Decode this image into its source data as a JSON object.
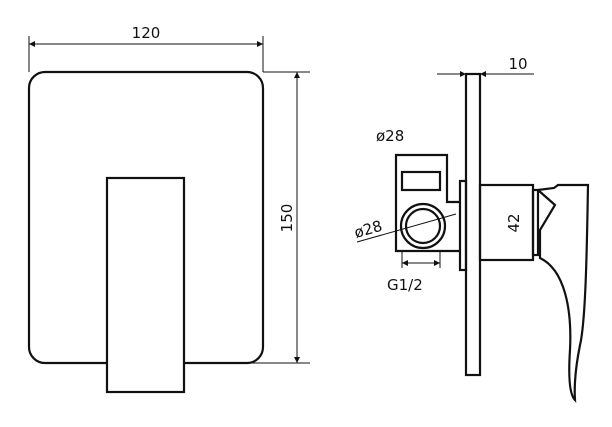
{
  "front_view": {
    "width_label": "120",
    "height_label": "150"
  },
  "side_view": {
    "plate_thickness_label": "10",
    "top_diameter_label": "ø28",
    "inlet_diameter_label": "ø28",
    "thread_label": "G1/2",
    "body_diameter_label": "42"
  },
  "colors": {
    "line": "#111111",
    "background": "#ffffff"
  }
}
